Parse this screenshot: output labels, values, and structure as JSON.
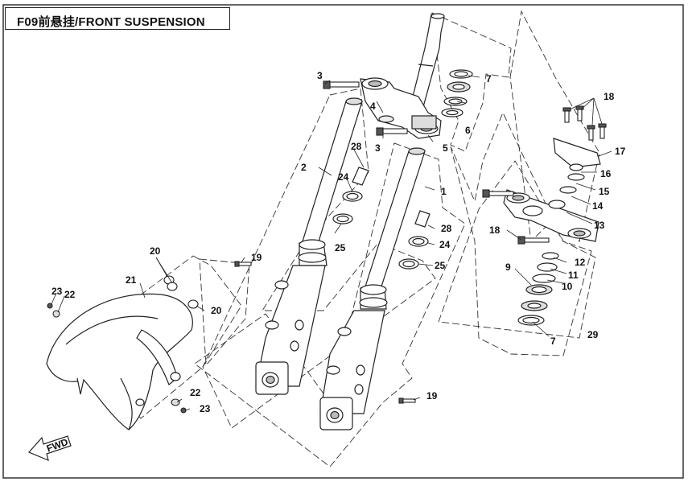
{
  "title": "F09前悬挂/FRONT SUSPENSION",
  "direction_label": "FWD",
  "callouts": {
    "c1": "1",
    "c2": "2",
    "c3a": "3",
    "c3b": "3",
    "c4": "4",
    "c5": "5",
    "c6": "6",
    "c7a": "7",
    "c7b": "7",
    "c9": "9",
    "c10": "10",
    "c11": "11",
    "c12": "12",
    "c13": "13",
    "c14": "14",
    "c15": "15",
    "c16": "16",
    "c17": "17",
    "c18a": "18",
    "c18b": "18",
    "c19a": "19",
    "c19b": "19",
    "c20a": "20",
    "c20b": "20",
    "c21": "21",
    "c22a": "22",
    "c22b": "22",
    "c23a": "23",
    "c23b": "23",
    "c24a": "24",
    "c24b": "24",
    "c25a": "25",
    "c25b": "25",
    "c28a": "28",
    "c28b": "28",
    "c29": "29"
  },
  "colors": {
    "line": "#222222",
    "frame": "#333333",
    "background": "#ffffff"
  }
}
